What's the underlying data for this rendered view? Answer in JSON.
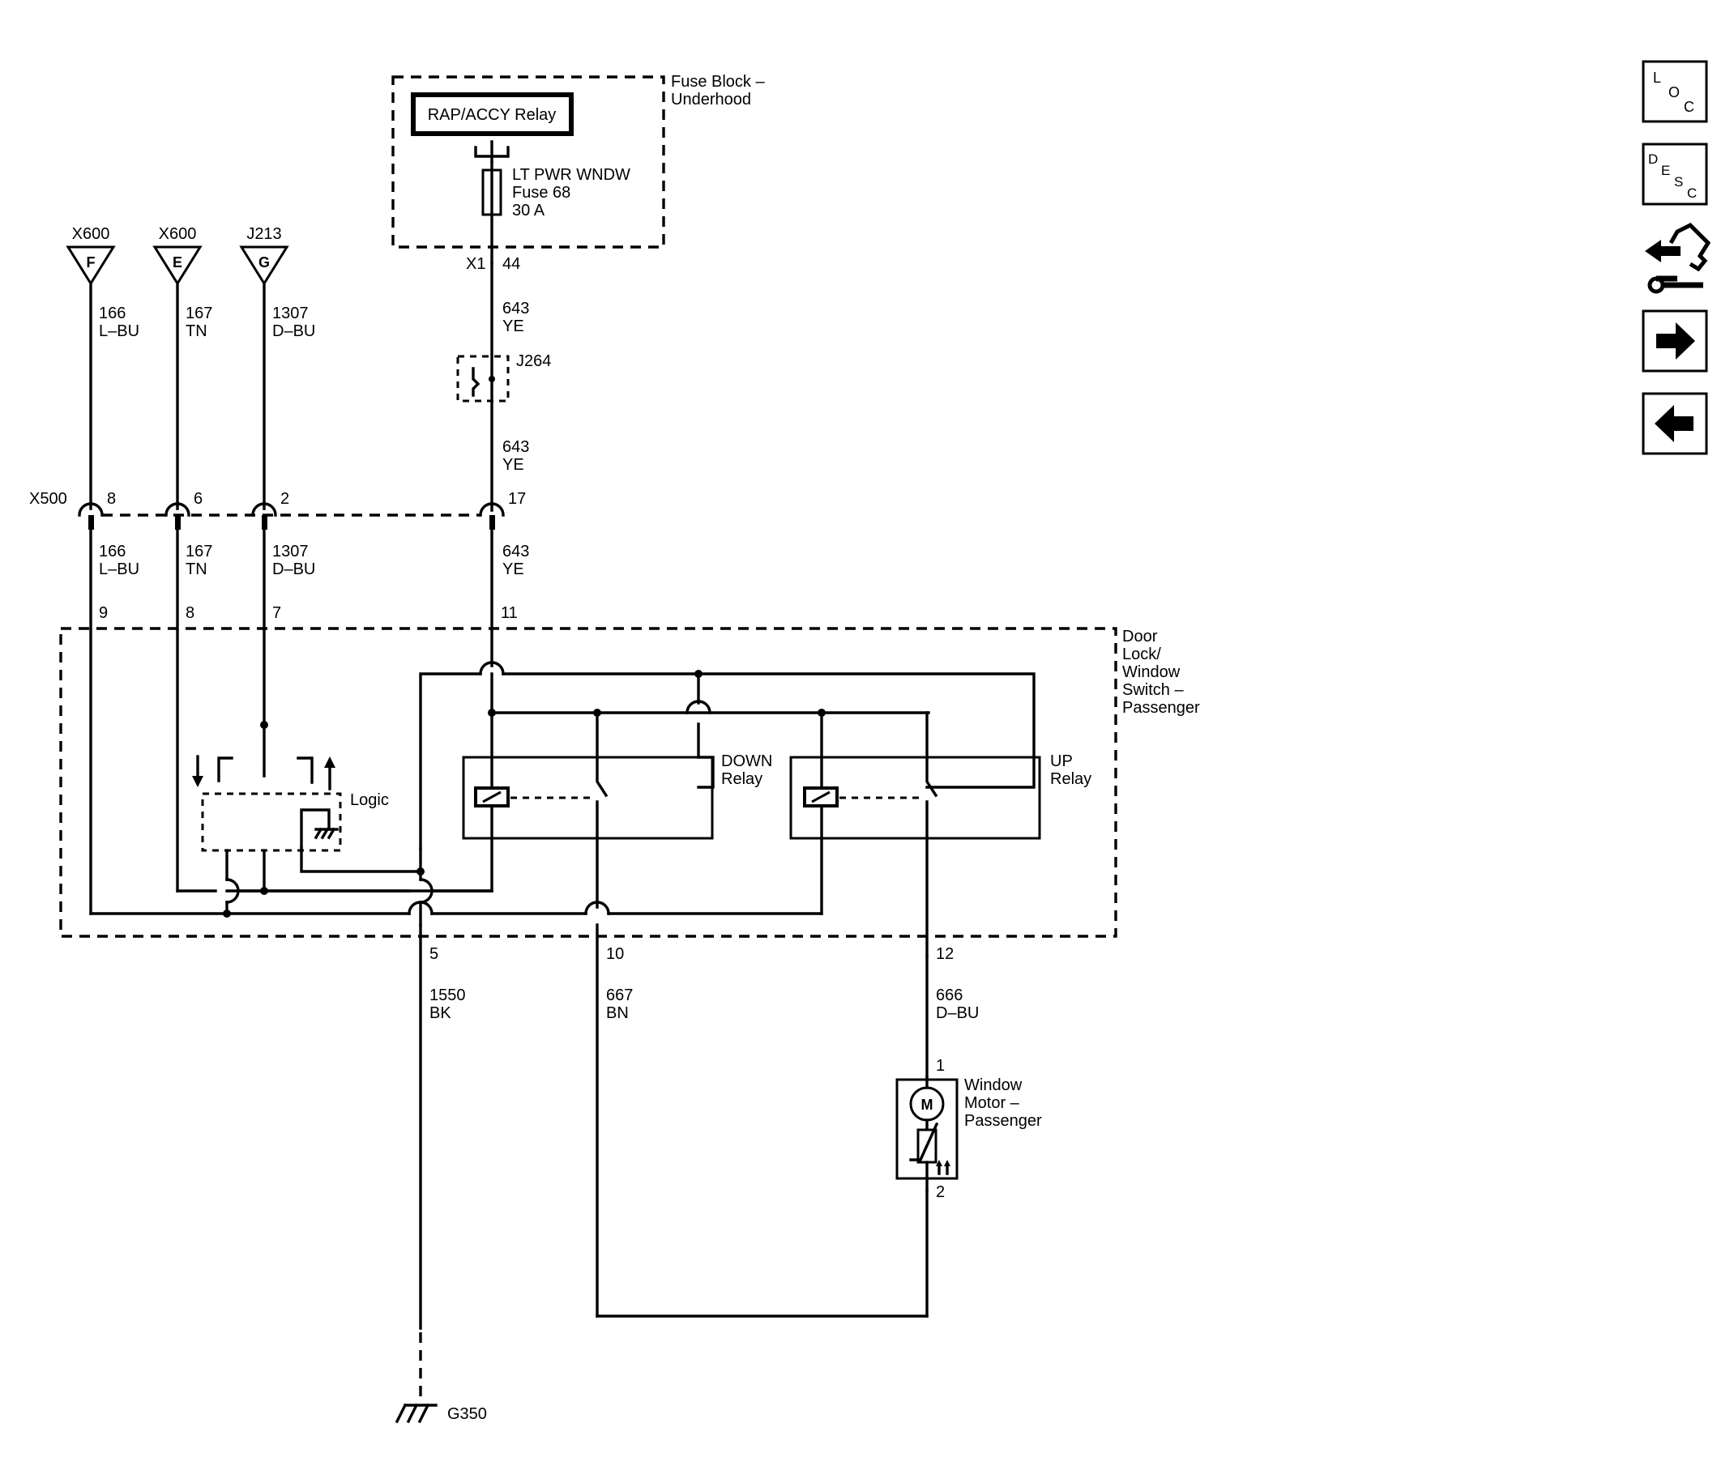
{
  "fuse_block": {
    "name_line1": "Fuse Block –",
    "name_line2": "Underhood"
  },
  "relay": {
    "rap_accy": "RAP/ACCY Relay"
  },
  "fuse": {
    "name": "LT PWR WNDW",
    "number": "Fuse 68",
    "rating": "30 A"
  },
  "fuse_connector": {
    "id": "X1",
    "pin": "44"
  },
  "splice": {
    "name": "J264"
  },
  "wire_643": {
    "circuit": "643",
    "color": "YE"
  },
  "sources": [
    {
      "connector": "X600",
      "letter": "F",
      "circuit": "166",
      "color": "L–BU"
    },
    {
      "connector": "X600",
      "letter": "E",
      "circuit": "167",
      "color": "TN"
    },
    {
      "connector": "J213",
      "letter": "G",
      "circuit": "1307",
      "color": "D–BU"
    }
  ],
  "x500": {
    "name": "X500",
    "pins": [
      "8",
      "6",
      "2",
      "17"
    ]
  },
  "switch": {
    "name_lines": [
      "Door",
      "Lock/",
      "Window",
      "Switch –",
      "Passenger"
    ],
    "top_pins": [
      "9",
      "8",
      "7",
      "11"
    ],
    "bottom_pins": [
      "5",
      "10",
      "12"
    ],
    "logic_label": "Logic",
    "down_relay": [
      "DOWN",
      "Relay"
    ],
    "up_relay": [
      "UP",
      "Relay"
    ]
  },
  "wire_1550": {
    "circuit": "1550",
    "color": "BK"
  },
  "wire_667": {
    "circuit": "667",
    "color": "BN"
  },
  "wire_666": {
    "circuit": "666",
    "color": "D–BU"
  },
  "motor": {
    "name_lines": [
      "Window",
      "Motor –",
      "Passenger"
    ],
    "pin_top": "1",
    "pin_bottom": "2",
    "symbol": "M"
  },
  "ground": {
    "name": "G350"
  },
  "nav": {
    "loc": {
      "l": "L",
      "o": "O",
      "c": "C"
    },
    "desc": {
      "d": "D",
      "e": "E",
      "s": "S",
      "c": "C"
    },
    "icons": [
      "diagnostic-icon",
      "next-arrow-icon",
      "previous-arrow-icon"
    ]
  }
}
